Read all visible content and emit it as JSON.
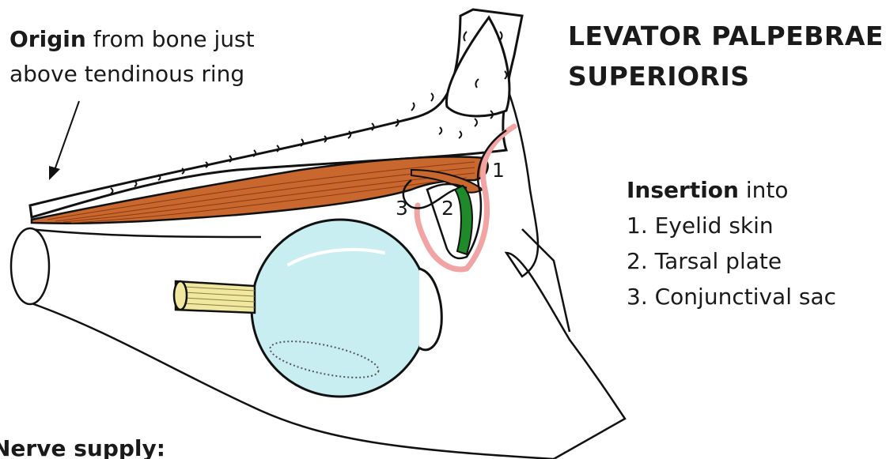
{
  "origin": {
    "label_bold": "Origin",
    "text_line1": " from bone just",
    "text_line2": "above tendinous ring"
  },
  "title": {
    "line1": "LEVATOR PALPEBRAE",
    "line2": "SUPERIORIS"
  },
  "insertion": {
    "label_bold": "Insertion",
    "label_rest": " into",
    "items": [
      "1. Eyelid skin",
      "2. Tarsal plate",
      "3. Conjunctival sac"
    ]
  },
  "diagram_numbers": [
    "1",
    "2",
    "3"
  ],
  "nerve": {
    "label": "Nerve supply:"
  },
  "colors": {
    "muscle": "#c8672e",
    "muscle_fibre": "#8a3a12",
    "skin": "#f2a3a3",
    "tarsal_plate": "#1f8a2a",
    "eyeball": "#c9eef2",
    "optic_nerve": "#f0e7a0",
    "outline": "#111111"
  }
}
